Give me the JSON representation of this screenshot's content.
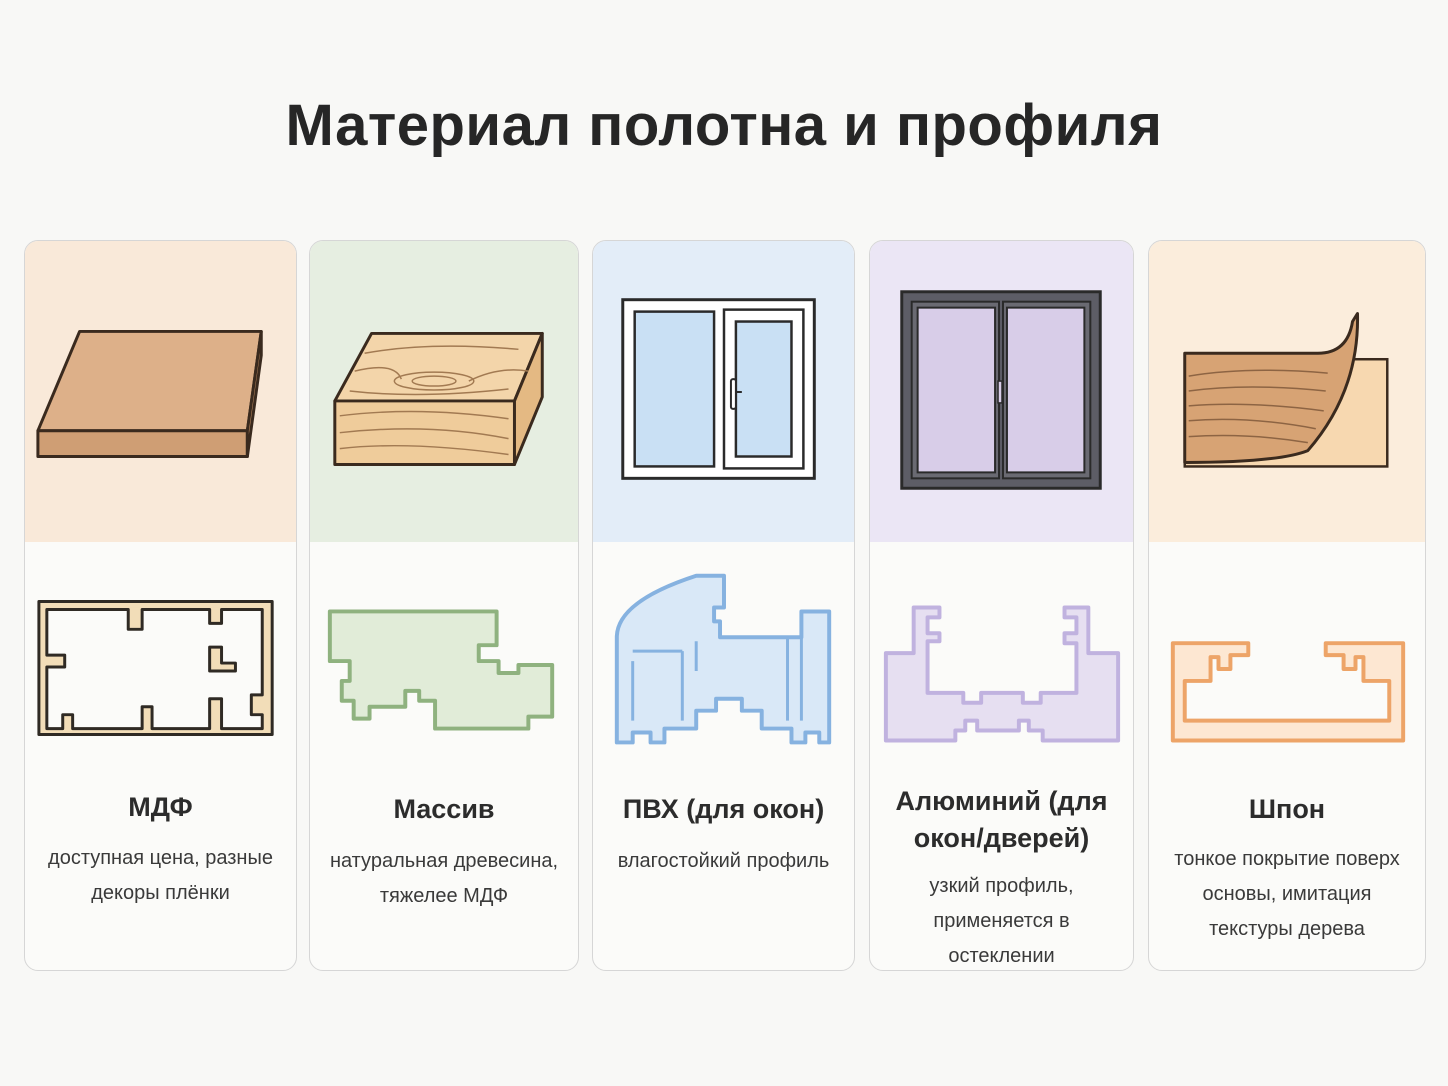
{
  "page": {
    "title": "Материал полотна и профиля"
  },
  "cards": [
    {
      "title": "МДФ",
      "description": "доступная цена, разные декоры плёнки",
      "top_icon": "mdf-board-icon",
      "profile_icon": "mdf-profile-section-icon",
      "bg": "#f9e9d9",
      "profile_color": "#efd9b4"
    },
    {
      "title": "Массив",
      "description": "натуральная древесина, тяжелее МДФ",
      "top_icon": "solid-wood-block-icon",
      "profile_icon": "solid-wood-profile-section-icon",
      "bg": "#e6eee1",
      "profile_color": "#a8c49a"
    },
    {
      "title": "ПВХ (для окон)",
      "description": "влагостойкий профиль",
      "top_icon": "pvc-window-icon",
      "profile_icon": "pvc-profile-section-icon",
      "bg": "#e3edf8",
      "profile_color": "#9fc2e6"
    },
    {
      "title": "Алюминий (для окон/дверей)",
      "description": "узкий профиль, применяется в остеклении",
      "top_icon": "aluminium-window-icon",
      "profile_icon": "aluminium-profile-section-icon",
      "bg": "#ebe6f5",
      "profile_color": "#cbbfe4"
    },
    {
      "title": "Шпон",
      "description": "тонкое покрытие поверх основы, имитация текстуры дерева",
      "top_icon": "veneer-sheet-icon",
      "profile_icon": "veneer-profile-section-icon",
      "bg": "#fbeddc",
      "profile_color": "#f0b078"
    }
  ]
}
